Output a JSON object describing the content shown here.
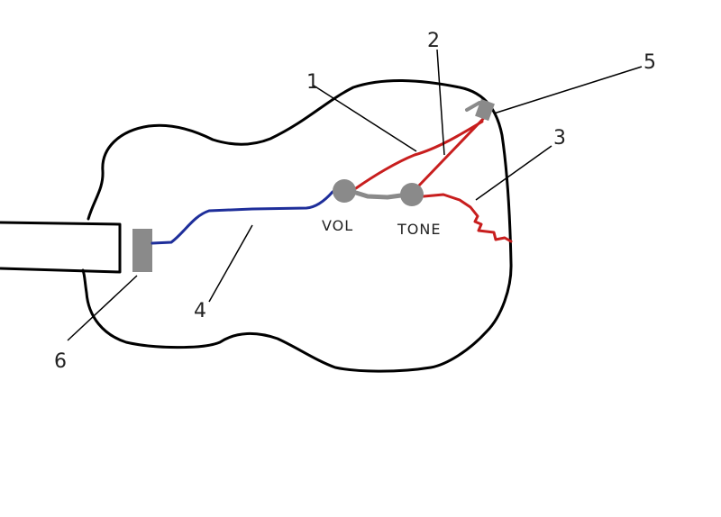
{
  "labels": {
    "n1": "1",
    "n2": "2",
    "n3": "3",
    "n4": "4",
    "n5": "5",
    "n6": "6"
  },
  "controls": {
    "volume": "VOL",
    "tone": "TONE"
  },
  "colors": {
    "outline": "#000000",
    "hot_wire": "#c81e1e",
    "signal_wire": "#1e2e9a",
    "component": "#8a8a8a",
    "leader": "#000000"
  }
}
